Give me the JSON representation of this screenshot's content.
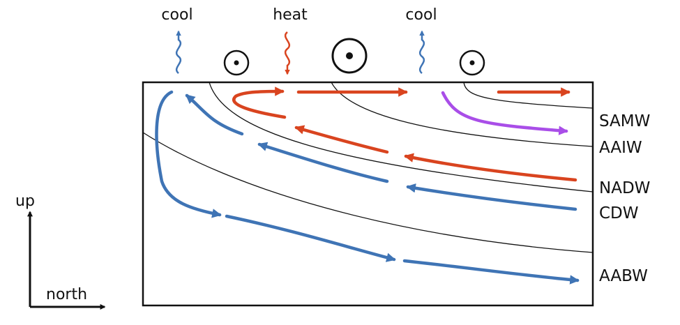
{
  "top_labels": {
    "cool_left": "cool",
    "heat": "heat",
    "cool_right": "cool"
  },
  "water_masses": [
    "SAMW",
    "AAIW",
    "NADW",
    "CDW",
    "AABW"
  ],
  "axes": {
    "vertical": "up",
    "horizontal": "north"
  },
  "colors": {
    "cool_flow": "#3f74b5",
    "warm_flow": "#d9441f",
    "mode_flow": "#a94ee8",
    "outline": "#111111"
  }
}
